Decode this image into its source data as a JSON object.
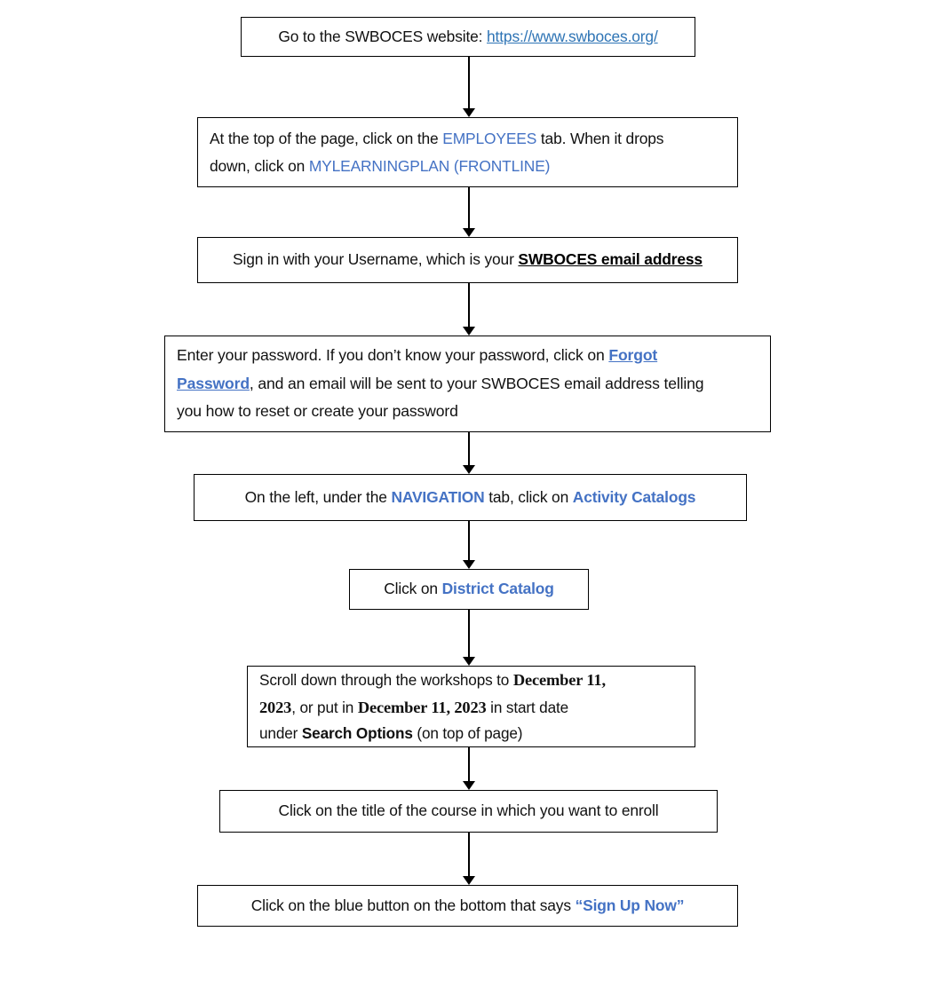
{
  "document": {
    "type": "flowchart",
    "title": "SWBOCES MyLearningPlan enrollment steps",
    "background_color": "#FFFFFF",
    "accent_blue": "#4472C4",
    "link_blue": "#2E74B5",
    "border_color": "#000000"
  },
  "steps": [
    {
      "id": "step-1",
      "lines": [
        {
          "runs": [
            {
              "text": "Go to the SWBOCES website:  ",
              "style": "plain"
            },
            {
              "text": "https://www.swboces.org/",
              "style": "link"
            }
          ]
        }
      ]
    },
    {
      "id": "step-2",
      "lines": [
        {
          "runs": [
            {
              "text": "At the top of the page, click on the ",
              "style": "plain"
            },
            {
              "text": "EMPLOYEES",
              "style": "blue"
            },
            {
              "text": " tab.  When it drops",
              "style": "plain"
            }
          ]
        },
        {
          "runs": [
            {
              "text": "down, click on ",
              "style": "plain"
            },
            {
              "text": "MYLEARNINGPLAN (FRONTLINE)",
              "style": "blue"
            }
          ]
        }
      ]
    },
    {
      "id": "step-3",
      "lines": [
        {
          "runs": [
            {
              "text": "Sign in with your Username, which is your ",
              "style": "plain"
            },
            {
              "text": "SWBOCES email address",
              "style": "bold-underline"
            }
          ]
        }
      ]
    },
    {
      "id": "step-4",
      "lines": [
        {
          "runs": [
            {
              "text": "Enter your password.  If you don’t know your password, click on ",
              "style": "plain"
            },
            {
              "text": "Forgot",
              "style": "blue-bold-underline"
            }
          ]
        },
        {
          "runs": [
            {
              "text": "Password",
              "style": "blue-bold-underline"
            },
            {
              "text": ", and an email will be sent to your SWBOCES email address telling",
              "style": "plain"
            }
          ]
        },
        {
          "runs": [
            {
              "text": "you how to reset or create your password",
              "style": "plain"
            }
          ]
        }
      ]
    },
    {
      "id": "step-5",
      "lines": [
        {
          "runs": [
            {
              "text": "On the left, under the ",
              "style": "plain"
            },
            {
              "text": "NAVIGATION",
              "style": "blue-bold"
            },
            {
              "text": " tab, click on ",
              "style": "plain"
            },
            {
              "text": "Activity Catalogs",
              "style": "blue-bold"
            }
          ]
        }
      ]
    },
    {
      "id": "step-6",
      "lines": [
        {
          "runs": [
            {
              "text": "Click on ",
              "style": "plain"
            },
            {
              "text": "District Catalog",
              "style": "blue-bold"
            }
          ]
        }
      ]
    },
    {
      "id": "step-7",
      "lines": [
        {
          "runs": [
            {
              "text": "Scroll down through the workshops to ",
              "style": "plain"
            },
            {
              "text": "December 11,",
              "style": "serif-bold"
            }
          ]
        },
        {
          "runs": [
            {
              "text": "2023",
              "style": "serif-bold"
            },
            {
              "text": ", or put in ",
              "style": "plain"
            },
            {
              "text": "December 11, 2023",
              "style": "serif-bold"
            },
            {
              "text": " in start date",
              "style": "plain"
            }
          ]
        },
        {
          "runs": [
            {
              "text": "under ",
              "style": "plain"
            },
            {
              "text": "Search Options",
              "style": "bold"
            },
            {
              "text": " (on top of page)",
              "style": "plain"
            }
          ]
        }
      ]
    },
    {
      "id": "step-8",
      "lines": [
        {
          "runs": [
            {
              "text": "Click on the title of the course in which you want to enroll",
              "style": "plain"
            }
          ]
        }
      ]
    },
    {
      "id": "step-9",
      "lines": [
        {
          "runs": [
            {
              "text": "Click on the blue button on the bottom that says ",
              "style": "plain"
            },
            {
              "text": "“Sign Up Now”",
              "style": "blue-bold"
            }
          ]
        }
      ]
    }
  ],
  "connectors": [
    {
      "id": "arrow-1-2",
      "from": "step-1",
      "to": "step-2",
      "direction": "down"
    },
    {
      "id": "arrow-2-3",
      "from": "step-2",
      "to": "step-3",
      "direction": "down"
    },
    {
      "id": "arrow-3-4",
      "from": "step-3",
      "to": "step-4",
      "direction": "down"
    },
    {
      "id": "arrow-4-5",
      "from": "step-4",
      "to": "step-5",
      "direction": "down"
    },
    {
      "id": "arrow-5-6",
      "from": "step-5",
      "to": "step-6",
      "direction": "down"
    },
    {
      "id": "arrow-6-7",
      "from": "step-6",
      "to": "step-7",
      "direction": "down"
    },
    {
      "id": "arrow-7-8",
      "from": "step-7",
      "to": "step-8",
      "direction": "down"
    },
    {
      "id": "arrow-8-9",
      "from": "step-8",
      "to": "step-9",
      "direction": "down"
    }
  ]
}
